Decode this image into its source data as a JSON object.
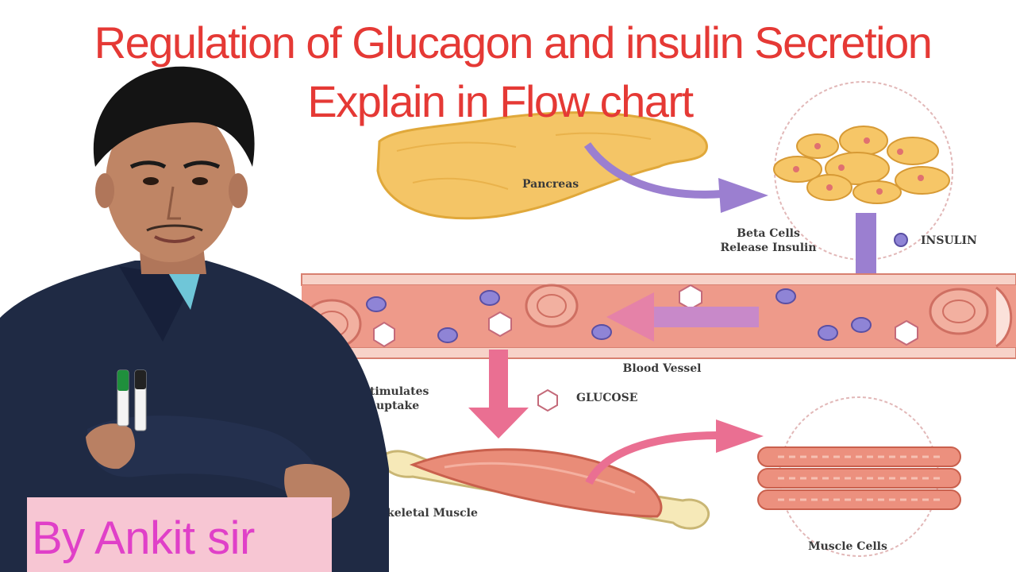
{
  "title": {
    "line1": "Regulation of Glucagon and insulin Secretion",
    "line2": "Explain in Flow chart"
  },
  "diagram": {
    "pancreas_label": "Pancreas",
    "beta_cells_label_line1": "Beta Cells",
    "beta_cells_label_line2": "Release Insulin",
    "insulin_legend": "INSULIN",
    "blood_vessel_label": "Blood Vessel",
    "stimulates_line1": "n stimulates",
    "stimulates_line2": "ose uptake",
    "glucose_legend": "GLUCOSE",
    "skeletal_muscle_label": "keletal Muscle",
    "muscle_cells_label": "Muscle Cells"
  },
  "credit": {
    "text": "By Ankit sir"
  },
  "colors": {
    "title": "#e53935",
    "credit_bg": "#f7c6d3",
    "credit_text": "#e040c8",
    "insulin_arrow": "#9b7fd0",
    "glucose_arrow": "#ea6f92",
    "vessel": "#e8887a"
  }
}
